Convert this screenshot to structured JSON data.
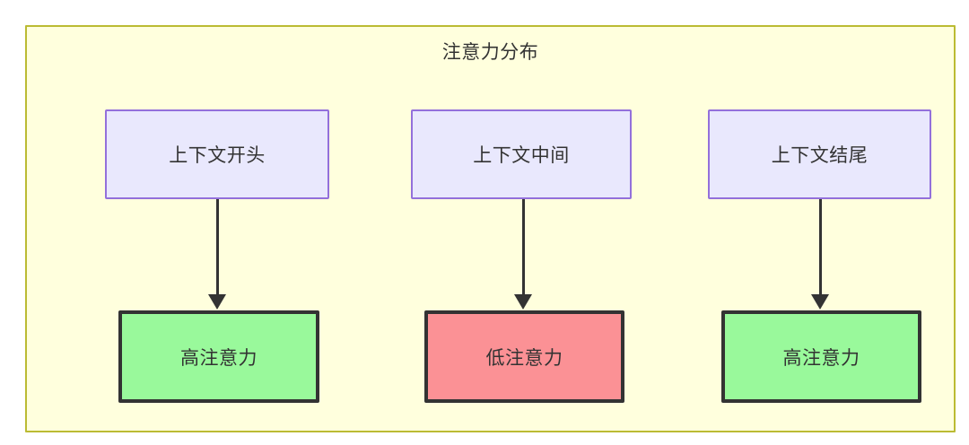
{
  "diagram": {
    "title": "注意力分布",
    "container": {
      "fill": "#ffffdd",
      "stroke": "#bbbb33"
    },
    "columns": [
      {
        "source": {
          "label": "上下文开头",
          "fill": "#e9e8fd",
          "stroke": "#9370db"
        },
        "target": {
          "label": "高注意力",
          "fill": "#99f99b",
          "stroke": "#333333"
        }
      },
      {
        "source": {
          "label": "上下文中间",
          "fill": "#e9e8fd",
          "stroke": "#9370db"
        },
        "target": {
          "label": "低注意力",
          "fill": "#fb9195",
          "stroke": "#333333"
        }
      },
      {
        "source": {
          "label": "上下文结尾",
          "fill": "#e9e8fd",
          "stroke": "#9370db"
        },
        "target": {
          "label": "高注意力",
          "fill": "#99f99b",
          "stroke": "#333333"
        }
      }
    ]
  }
}
